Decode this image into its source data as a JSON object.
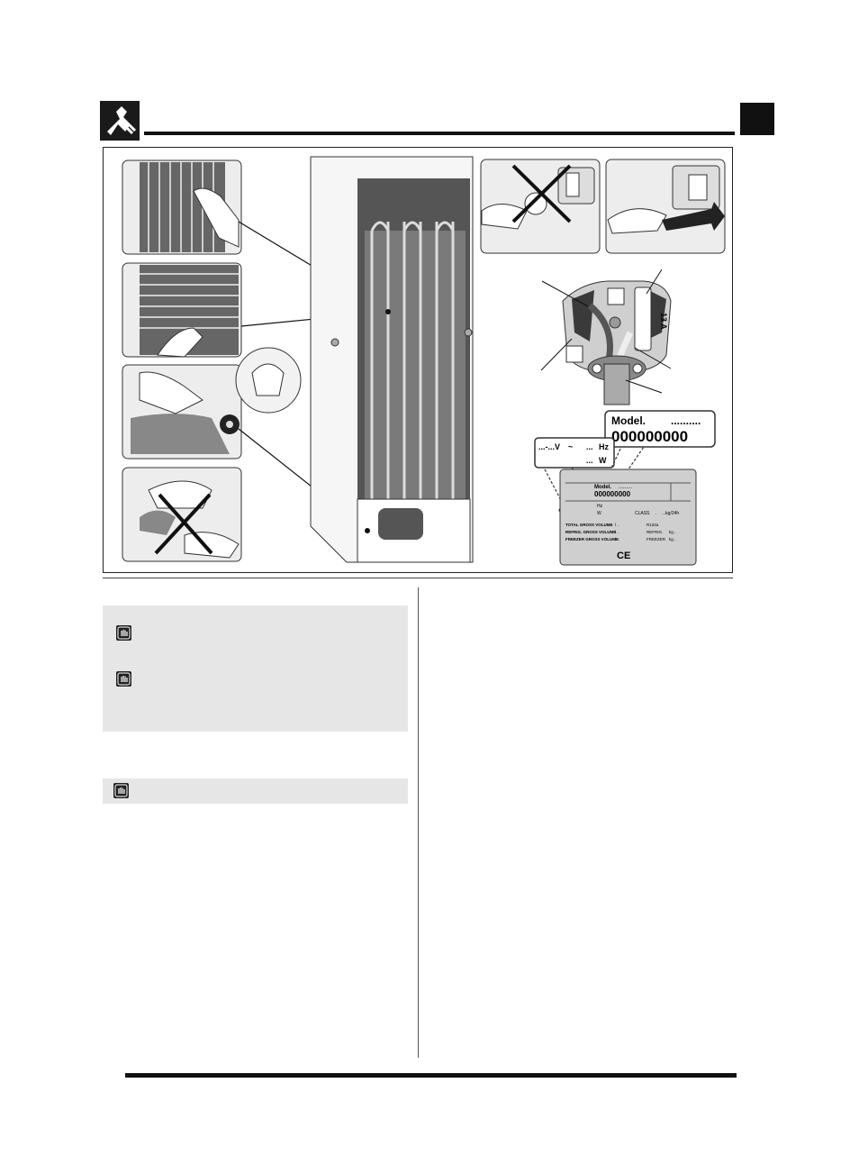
{
  "rating_plate": {
    "model_label": "Model.",
    "model_dots": "..........",
    "model_number": "000000000",
    "voltage": "...-...V",
    "tilde": "~",
    "hz_dots": "...",
    "hz": "Hz",
    "w_dots": "...",
    "w": "W",
    "small_model_label": "Model.",
    "small_model_dots": ".........",
    "small_model_number": "000000000",
    "class_label": "CLASS",
    "class_dot": ".",
    "kwh": "...kg/24h",
    "total_gross_volume": "TOTAL GROSS VOLUME",
    "refrig_gross_volume": "REFRIG. GROSS VOLUME",
    "freezer_gross_volume": "FREEZER GROSS VOLUME",
    "vol_unit": "l ..",
    "refrigerant": "R134a",
    "refrig_label": "REFRIG.",
    "freezer_label": "FREEZER",
    "kg": "kg ..",
    "ce": "CE",
    "hz_small": "Hz",
    "w_small": "W"
  },
  "plug": {
    "fuse_label": "13 A"
  }
}
